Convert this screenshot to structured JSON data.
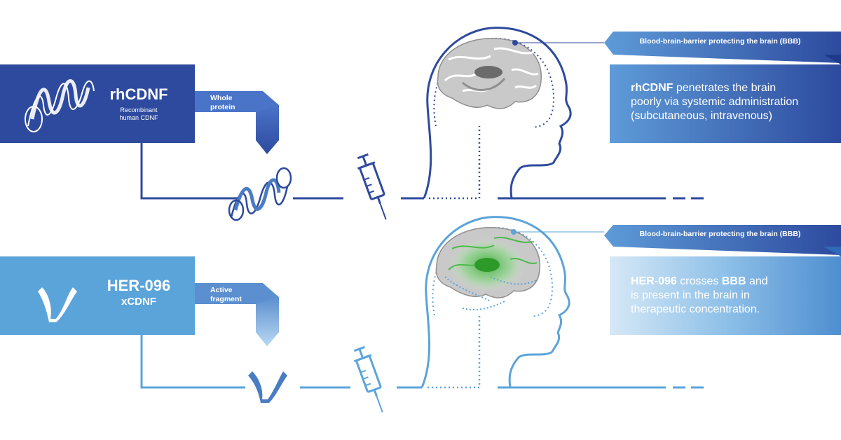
{
  "colors": {
    "dark_blue": "#2E4A9E",
    "mid_blue": "#4A7CC4",
    "light_blue": "#5BA4DA",
    "brain_gray": "#BDBDBD",
    "brain_green": "#4DBA4A"
  },
  "row1": {
    "title": "rhCDNF",
    "subtitle_line1": "Recombinant",
    "subtitle_line2": "human CDNF",
    "ribbon_line1": "Whole",
    "ribbon_line2": "protein",
    "bbb_label": "Blood-brain-barrier protecting the brain (BBB)",
    "desc_bold": "rhCDNF",
    "desc_line1_rest": " penetrates the brain",
    "desc_line2": "poorly via systemic administration",
    "desc_line3": "(subcutaneous, intravenous)"
  },
  "row2": {
    "title": "HER-096",
    "subtitle": "xCDNF",
    "ribbon_line1": "Active",
    "ribbon_line2": "fragment",
    "bbb_label": "Blood-brain-barrier protecting the brain (BBB)",
    "desc_bold1": "HER-096",
    "desc_mid": " crosses ",
    "desc_bold2": "BBB",
    "desc_end": " and",
    "desc_line2": "is present in the brain in",
    "desc_line3": "therapeutic concentration."
  },
  "icons": [
    "helix-protein-icon",
    "fragment-ribbon-icon",
    "syringe-icon",
    "brain-head-icon"
  ]
}
